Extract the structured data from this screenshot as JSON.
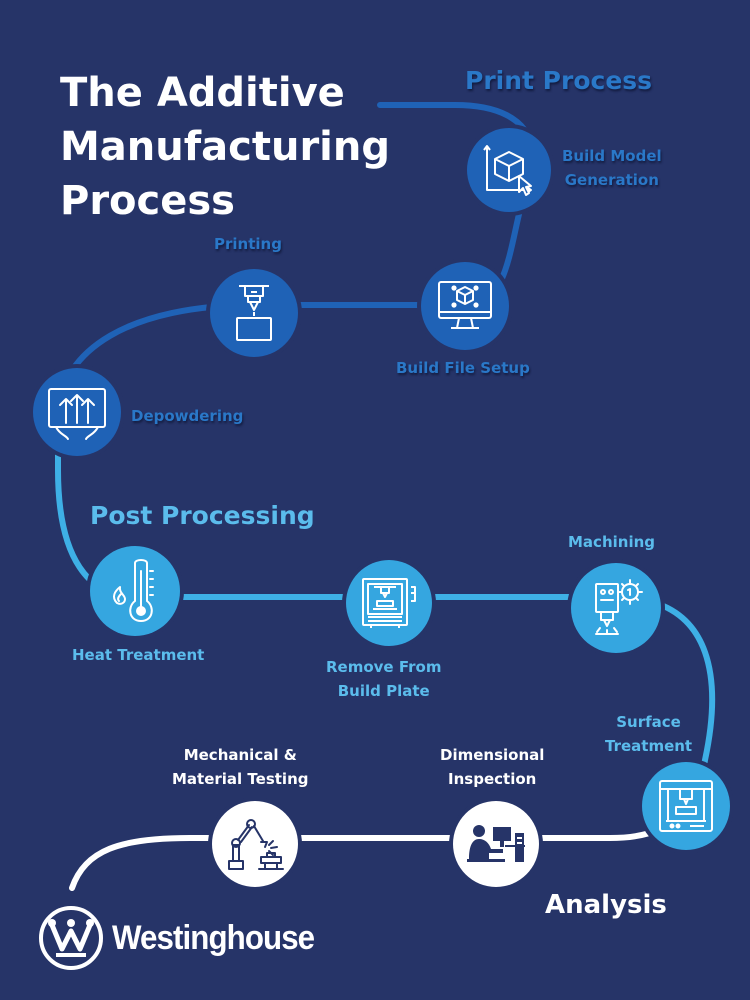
{
  "title": {
    "line1": "The Additive",
    "line2": "Manufacturing",
    "line3": "Process"
  },
  "sections": {
    "print": "Print Process",
    "post": "Post Processing",
    "analysis": "Analysis"
  },
  "steps": {
    "build_model": {
      "line1": "Build Model",
      "line2": "Generation",
      "icon": "cube-cursor-icon"
    },
    "build_file": {
      "label": "Build File Setup",
      "icon": "monitor-cube-icon"
    },
    "printing": {
      "label": "Printing",
      "icon": "printer-nozzle-icon"
    },
    "depowdering": {
      "label": "Depowdering",
      "icon": "airflow-arrows-icon"
    },
    "heat_treatment": {
      "label": "Heat Treatment",
      "icon": "thermometer-flame-icon"
    },
    "remove_plate": {
      "line1": "Remove From",
      "line2": "Build Plate",
      "icon": "build-chamber-icon"
    },
    "machining": {
      "label": "Machining",
      "icon": "cnc-spindle-icon"
    },
    "surface_treatment": {
      "line1": "Surface",
      "line2": "Treatment",
      "icon": "machine-frame-icon"
    },
    "dimensional_inspection": {
      "line1": "Dimensional",
      "line2": "Inspection",
      "icon": "person-computer-icon"
    },
    "mechanical_testing": {
      "line1": "Mechanical &",
      "line2": "Material Testing",
      "icon": "robot-arm-icon"
    }
  },
  "logo": {
    "name": "Westinghouse",
    "icon": "westinghouse-circle-w-logo"
  },
  "colors": {
    "background": "#263468",
    "print_stage": "#1f62b6",
    "post_stage": "#35a6e0",
    "analysis_stage": "#ffffff",
    "title": "#ffffff"
  }
}
